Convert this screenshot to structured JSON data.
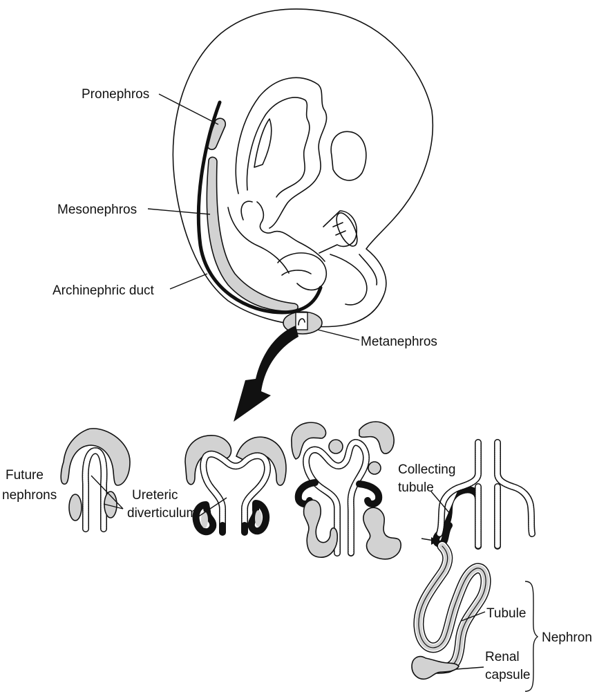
{
  "labels": {
    "pronephros": "Pronephros",
    "mesonephros": "Mesonephros",
    "archinephric_duct": "Archinephric duct",
    "metanephros": "Metanephros",
    "future_nephrons_1": "Future",
    "future_nephrons_2": "nephrons",
    "ureteric_diverticulum_1": "Ureteric",
    "ureteric_diverticulum_2": "diverticulum",
    "collecting_tubule_1": "Collecting",
    "collecting_tubule_2": "tubule",
    "tubule": "Tubule",
    "renal_capsule_1": "Renal",
    "renal_capsule_2": "capsule",
    "nephron": "Nephron"
  },
  "colors": {
    "ink": "#111111",
    "tissue_fill": "#d2d2d2",
    "background": "#ffffff"
  }
}
